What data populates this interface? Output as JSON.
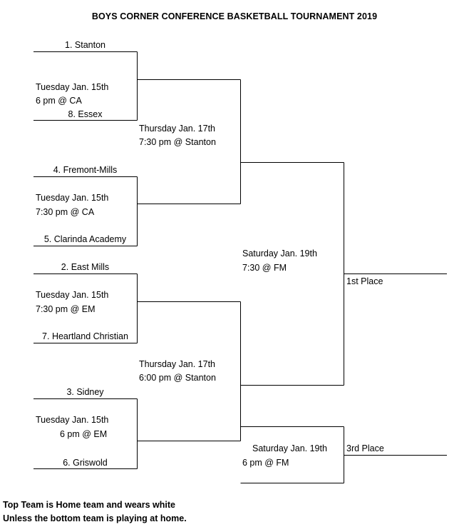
{
  "title": "BOYS CORNER CONFERENCE BASKETBALL TOURNAMENT 2019",
  "round1": [
    {
      "top_team": "1. Stanton",
      "bottom_team": "8. Essex",
      "day": "Tuesday Jan. 15th",
      "time": "6 pm @ CA"
    },
    {
      "top_team": "4. Fremont-Mills",
      "bottom_team": "5. Clarinda Academy",
      "day": "Tuesday Jan. 15th",
      "time": "7:30 pm @ CA"
    },
    {
      "top_team": "2. East Mills",
      "bottom_team": "7. Heartland Christian",
      "day": "Tuesday Jan. 15th",
      "time": "7:30 pm @ EM"
    },
    {
      "top_team": "3. Sidney",
      "bottom_team": "6. Griswold",
      "day": "Tuesday Jan. 15th",
      "time": "6 pm @ EM"
    }
  ],
  "semifinals": [
    {
      "day": "Thursday Jan. 17th",
      "time": "7:30 pm @ Stanton"
    },
    {
      "day": "Thursday Jan. 17th",
      "time": "6:00 pm @ Stanton"
    }
  ],
  "final": {
    "day": "Saturday Jan. 19th",
    "time": "7:30 @ FM",
    "result_label": "1st Place"
  },
  "third_place": {
    "day": "Saturday Jan. 19th",
    "time": "6 pm @ FM",
    "result_label": "3rd Place"
  },
  "notes": [
    "Top Team is Home team and wears white",
    "Unless the bottom team is playing at home."
  ]
}
